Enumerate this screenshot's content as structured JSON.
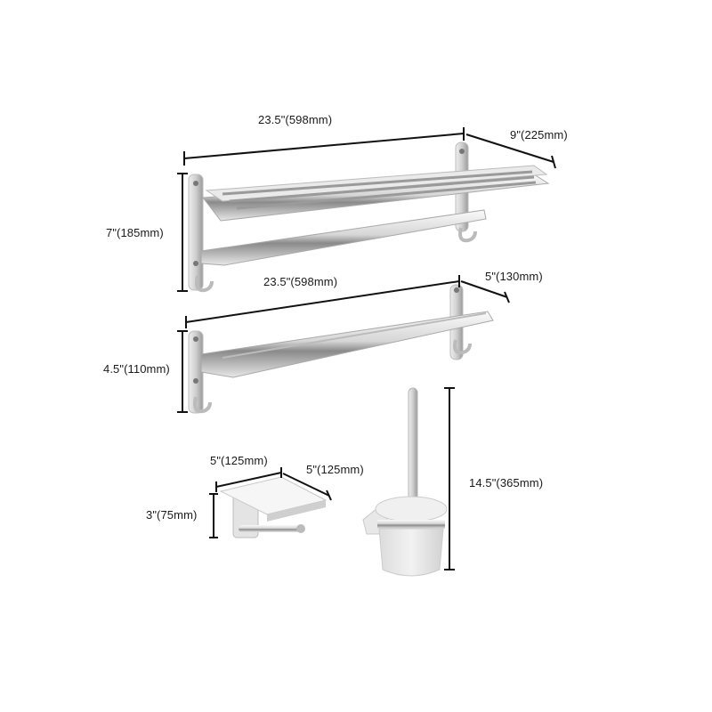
{
  "products": {
    "towel_shelf": {
      "width_label": "23.5\"(598mm)",
      "depth_label": "9\"(225mm)",
      "height_label": "7\"(185mm)"
    },
    "towel_bar": {
      "width_label": "23.5\"(598mm)",
      "depth_label": "5\"(130mm)",
      "height_label": "4.5\"(110mm)"
    },
    "paper_holder": {
      "width_label": "5\"(125mm)",
      "depth_label": "5\"(125mm)",
      "height_label": "3\"(75mm)"
    },
    "toilet_brush": {
      "height_label": "14.5\"(365mm)"
    }
  },
  "colors": {
    "background": "#ffffff",
    "dimension_line": "#111111",
    "metal_light": "#f2f2f2",
    "metal_mid": "#c9c9c9",
    "metal_dark": "#7a7a7a"
  }
}
